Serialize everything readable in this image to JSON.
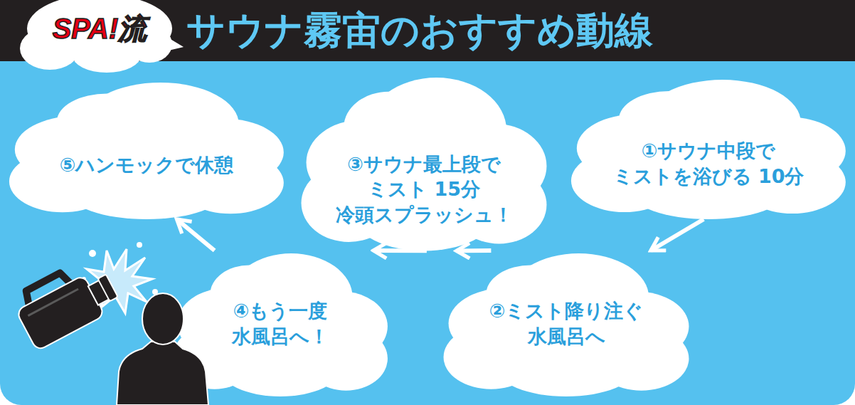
{
  "diagram": {
    "title": "サウナ霧宙のおすすめ動線",
    "nodes": [
      {
        "text": [
          "①サウナ中段で ミストを浴びる 10分"
        ]
      },
      {
        "text": [
          "②ミスト降り注ぐ 水風呂へ"
        ]
      },
      {
        "text": [
          "③サウナ最上段で ミスト 15分 冷頭スプラッシュ！"
        ]
      },
      {
        "text": [
          "④もう一度 水風呂へ！"
        ]
      },
      {
        "text": [
          "⑤ハンモックで休憩"
        ]
      }
    ],
    "edges": [
      {
        "from": 0,
        "to": 1,
        "arrow": "to"
      },
      {
        "from": 1,
        "to": 2,
        "arrow": "to"
      },
      {
        "from": 2,
        "to": 3,
        "arrow": "to"
      },
      {
        "from": 3,
        "to": 4,
        "arrow": "to"
      }
    ],
    "labels": [
      "SPA!流"
    ]
  }
}
